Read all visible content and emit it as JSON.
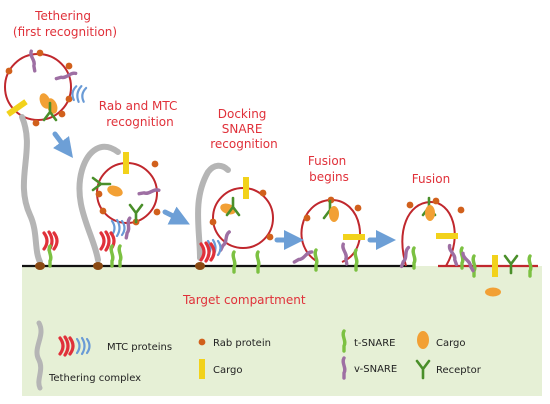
{
  "stages": {
    "tethering": [
      "Tethering",
      "(first recognition)"
    ],
    "rab_mtc": [
      "Rab and MTC",
      "recognition"
    ],
    "docking": [
      "Docking",
      "SNARE",
      "recognition"
    ],
    "fusion_begins": [
      "Fusion",
      "begins"
    ],
    "fusion": [
      "Fusion"
    ]
  },
  "target_label": "Target compartment",
  "legend": {
    "mtc": "MTC proteins",
    "tethering": "Tethering complex",
    "rab": "Rab protein",
    "cargo_bar": "Cargo",
    "tsnare": "t-SNARE",
    "vsnare": "v-SNARE",
    "cargo_oval": "Cargo",
    "receptor": "Receptor"
  },
  "colors": {
    "label_red": "#e0313a",
    "membrane_red": "#c0272d",
    "compartment_green": "#e6f0d6",
    "rab_orange": "#d1601c",
    "cargo_yellow": "#f2d21b",
    "tsnare_green": "#7cc142",
    "vsnare_purple": "#9e6fa3",
    "receptor_green": "#4a8f2a",
    "cargo_orange": "#f2a035",
    "arrow_blue": "#6d9fd6",
    "tether_gray": "#b5b5b5",
    "mtc_red": "#e0313a",
    "mtc_blue": "#6a9bd6"
  }
}
